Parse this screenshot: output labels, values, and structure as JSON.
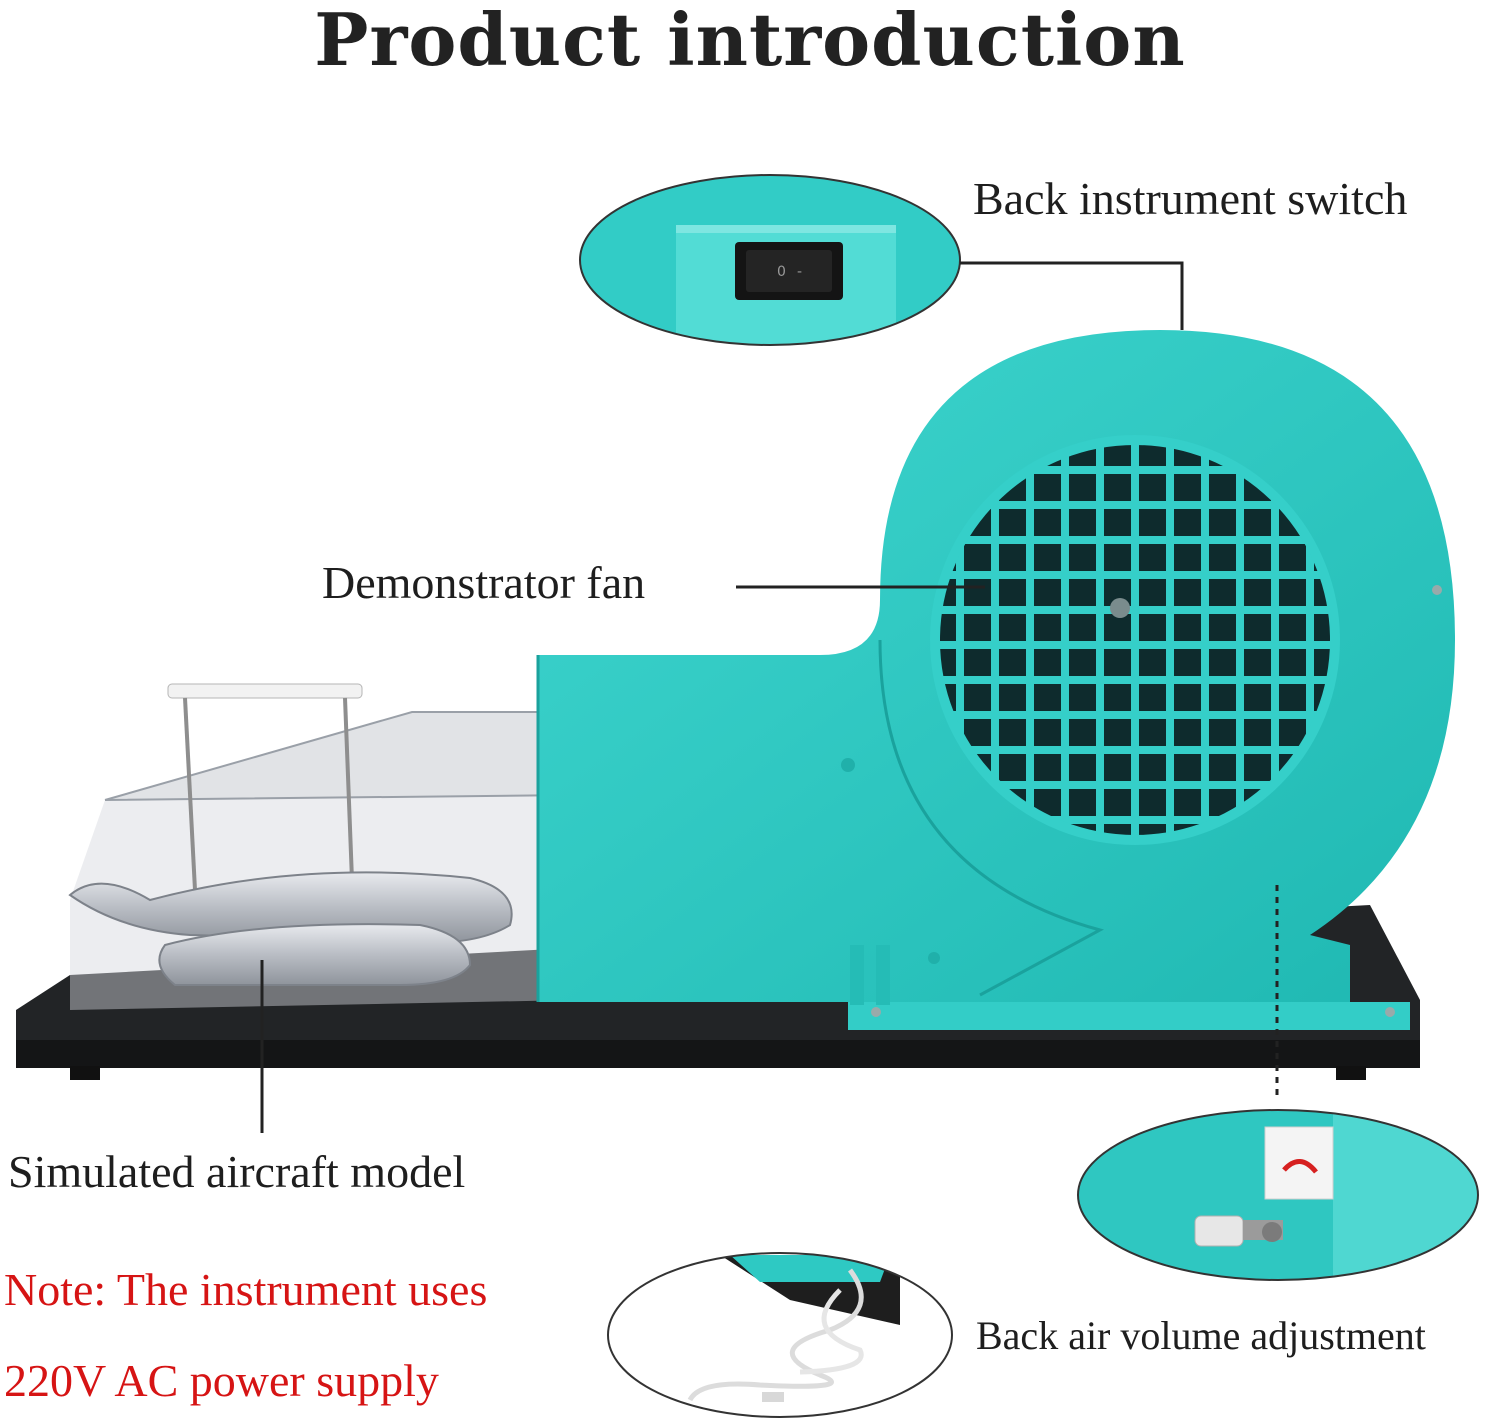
{
  "title": "Product introduction",
  "labels": {
    "back_switch": "Back instrument switch",
    "fan": "Demonstrator fan",
    "aircraft": "Simulated aircraft model",
    "air_volume": "Back air volume adjustment"
  },
  "note": {
    "line1": "Note: The instrument uses",
    "line2": "220V AC power supply"
  },
  "colors": {
    "teal": "#2ec9c3",
    "note_red": "#d61414",
    "base_black": "#1a1a1a"
  }
}
